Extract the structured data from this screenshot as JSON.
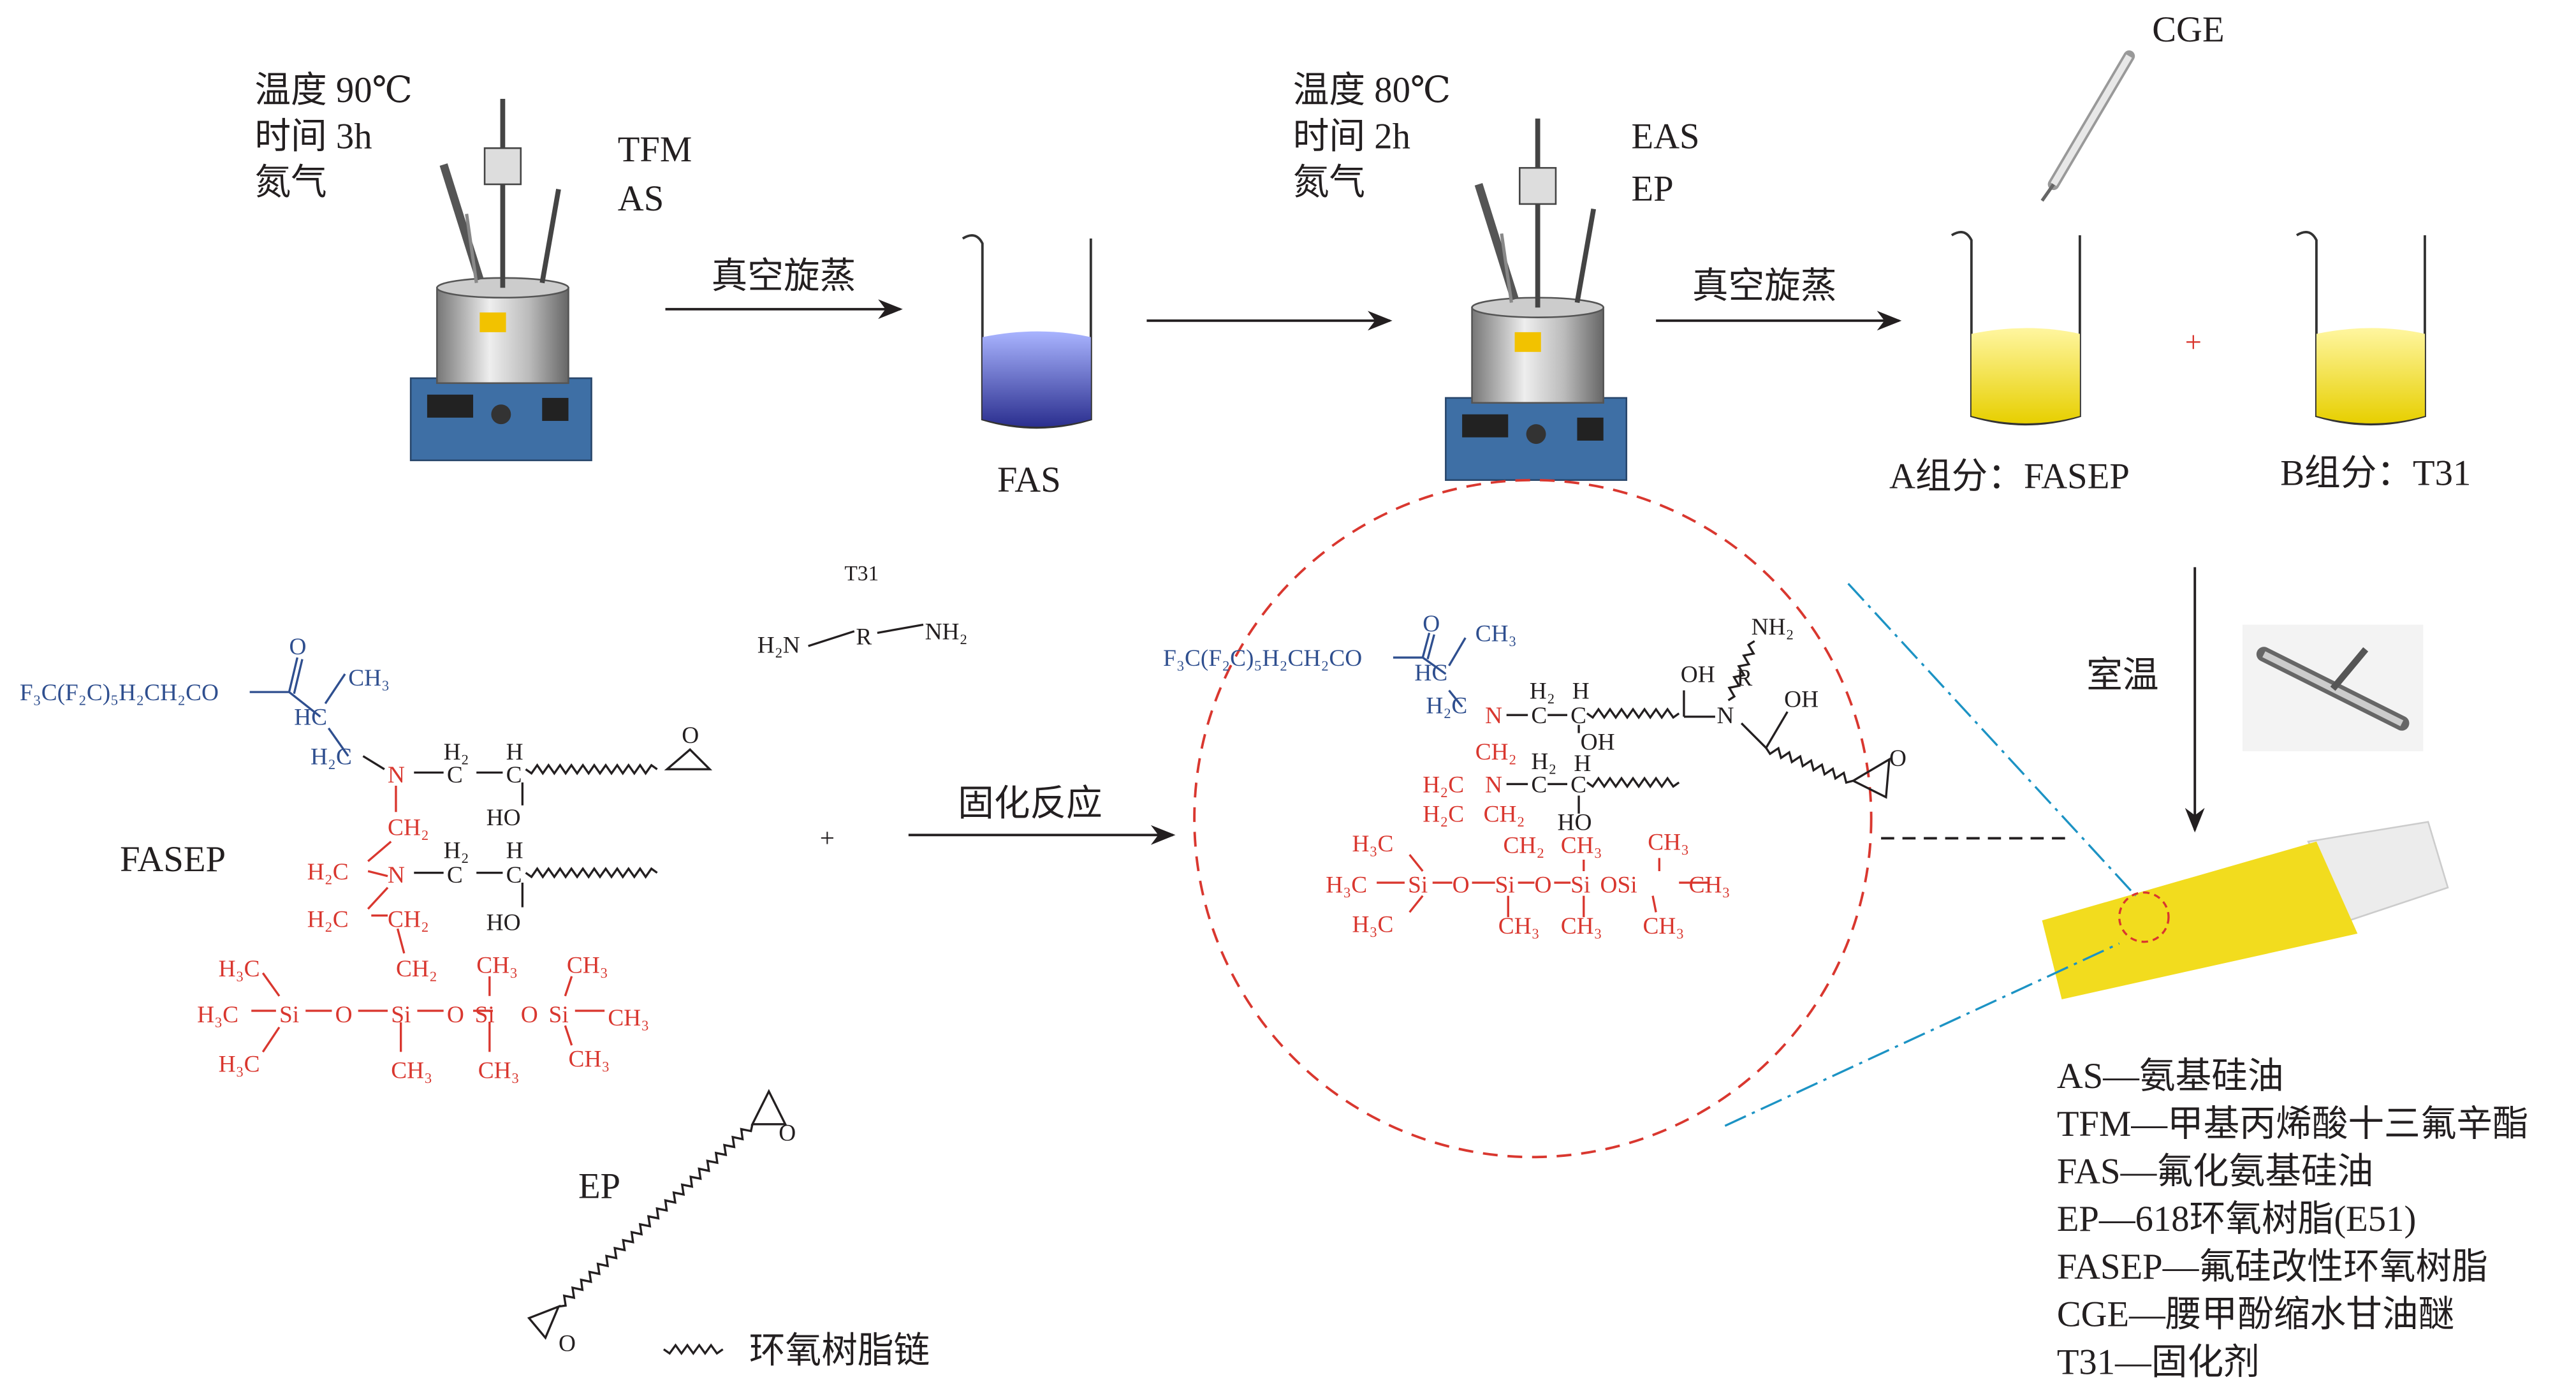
{
  "step1": {
    "temp": "温度  90℃",
    "time": "时间  3h",
    "gas": "氮气",
    "reagent1": "TFM",
    "reagent2": "AS",
    "arrow_label": "真空旋蒸",
    "product": "FAS"
  },
  "step2": {
    "temp": "温度  80℃",
    "time": "时间  2h",
    "gas": "氮气",
    "reagent1": "EAS",
    "reagent2": "EP",
    "arrow_label": "真空旋蒸"
  },
  "step3": {
    "additive": "CGE",
    "plus": "+",
    "component_a": "A组分：FASEP",
    "component_b": "B组分：T31",
    "condition": "室温"
  },
  "reaction": {
    "fasep_label": "FASEP",
    "plus": "+",
    "arrow_label": "固化反应",
    "t31_label": "T31",
    "t31_formula": [
      "H₂N",
      "R",
      "NH₂"
    ],
    "ep_label": "EP",
    "chain_legend": "环氧树脂链"
  },
  "chem": {
    "tail": "F₃C(F₂C)₅H₂CH₂CO",
    "O": "O",
    "CH3": "CH₃",
    "HC": "HC",
    "H2C": "H₂C",
    "N": "N",
    "C": "C",
    "H2": "H₂",
    "H": "H",
    "HO": "HO",
    "OH": "OH",
    "CH2": "CH₂",
    "Si": "Si",
    "H3C": "H₃C",
    "R": "R",
    "NH2": "NH₂",
    "OSi": "OSi"
  },
  "legend": [
    "AS—氨基硅油",
    "TFM—甲基丙烯酸十三氟辛酯",
    "FAS—氟化氨基硅油",
    "EP—618环氧树脂(E51)",
    "FASEP—氟硅改性环氧树脂",
    "CGE—腰甲酚缩水甘油醚",
    "T31—固化剂"
  ],
  "colors": {
    "fluoro": "#2f4f8f",
    "silicone": "#d9372f",
    "coating": "#f2dc1e",
    "fas_liquid": "#5560c0",
    "guide": "#1c93c4"
  }
}
